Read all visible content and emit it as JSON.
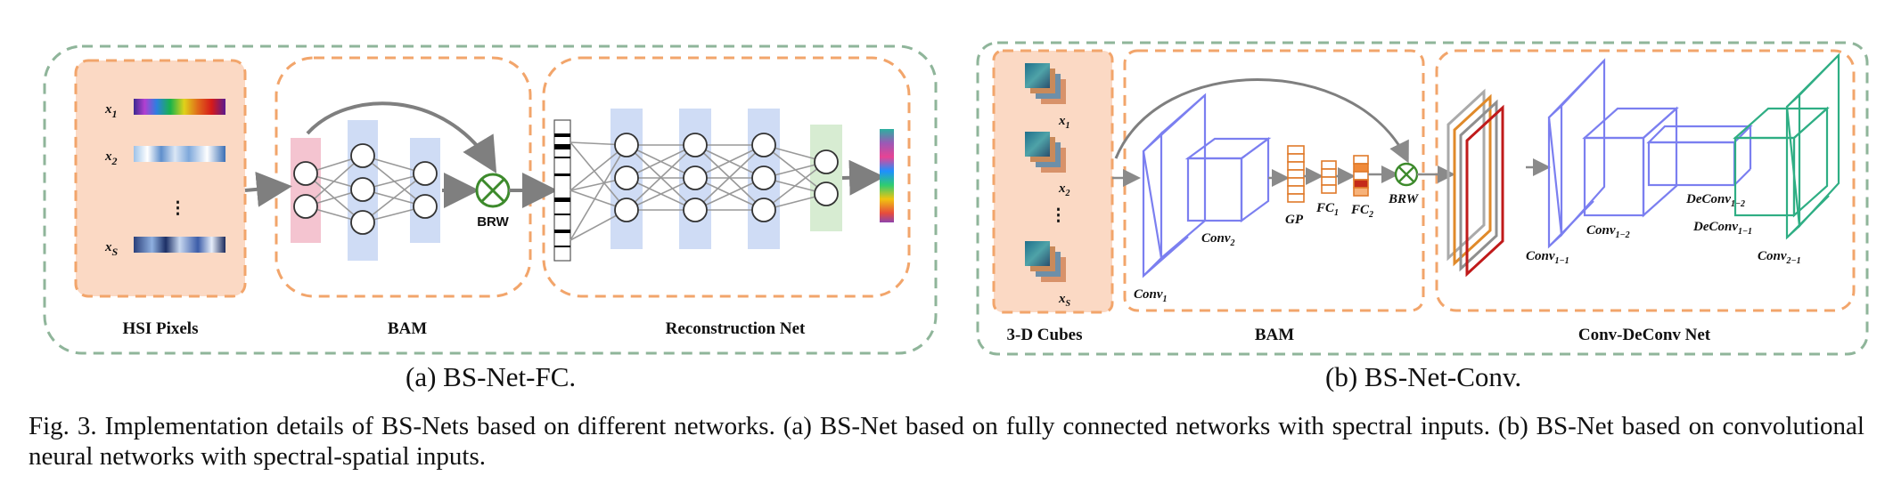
{
  "panel_a": {
    "subcaption": "(a) BS-Net-FC.",
    "groups": {
      "hsi": "HSI Pixels",
      "bam": "BAM",
      "recon": "Reconstruction Net"
    },
    "inputs": [
      "x",
      "x",
      "x"
    ],
    "input_subs": [
      "1",
      "2",
      "S"
    ],
    "dots": "⋮",
    "brw": "BRW"
  },
  "panel_b": {
    "subcaption": "(b) BS-Net-Conv.",
    "groups": {
      "cubes": "3-D Cubes",
      "bam": "BAM",
      "convdeconv": "Conv-DeConv Net"
    },
    "inputs": [
      "x",
      "x",
      "x"
    ],
    "input_subs": [
      "1",
      "2",
      "S"
    ],
    "dots": "⋮",
    "labels": {
      "conv1": "Conv",
      "conv1_sub": "1",
      "conv2": "Conv",
      "conv2_sub": "2",
      "gp": "GP",
      "fc1": "FC",
      "fc1_sub": "1",
      "fc2": "FC",
      "fc2_sub": "2",
      "brw": "BRW",
      "conv11": "Conv",
      "conv11_sub": "1−1",
      "conv12": "Conv",
      "conv12_sub": "1−2",
      "deconv12": "DeConv",
      "deconv12_sub": "1−2",
      "deconv11": "DeConv",
      "deconv11_sub": "1−1",
      "conv21": "Conv",
      "conv21_sub": "2−1"
    }
  },
  "caption": "Fig. 3.  Implementation details of BS-Nets based on different networks. (a) BS-Net based on fully connected networks with spectral inputs. (b) BS-Net based on convolutional neural networks with spectral-spatial inputs.",
  "colors": {
    "outer_dash": "#8fb59a",
    "orange_dash": "#f2a56b",
    "hsi_fill": "#fbd9c4",
    "pink": "#f4c4d0",
    "blue_band": "#cfdcf5",
    "green_band": "#d7ecd2",
    "conv_stroke": "#7b7ff0",
    "deconv_stroke": "#2fae84",
    "arrow": "#7f7f7f",
    "brw_green": "#3d8a2c"
  }
}
